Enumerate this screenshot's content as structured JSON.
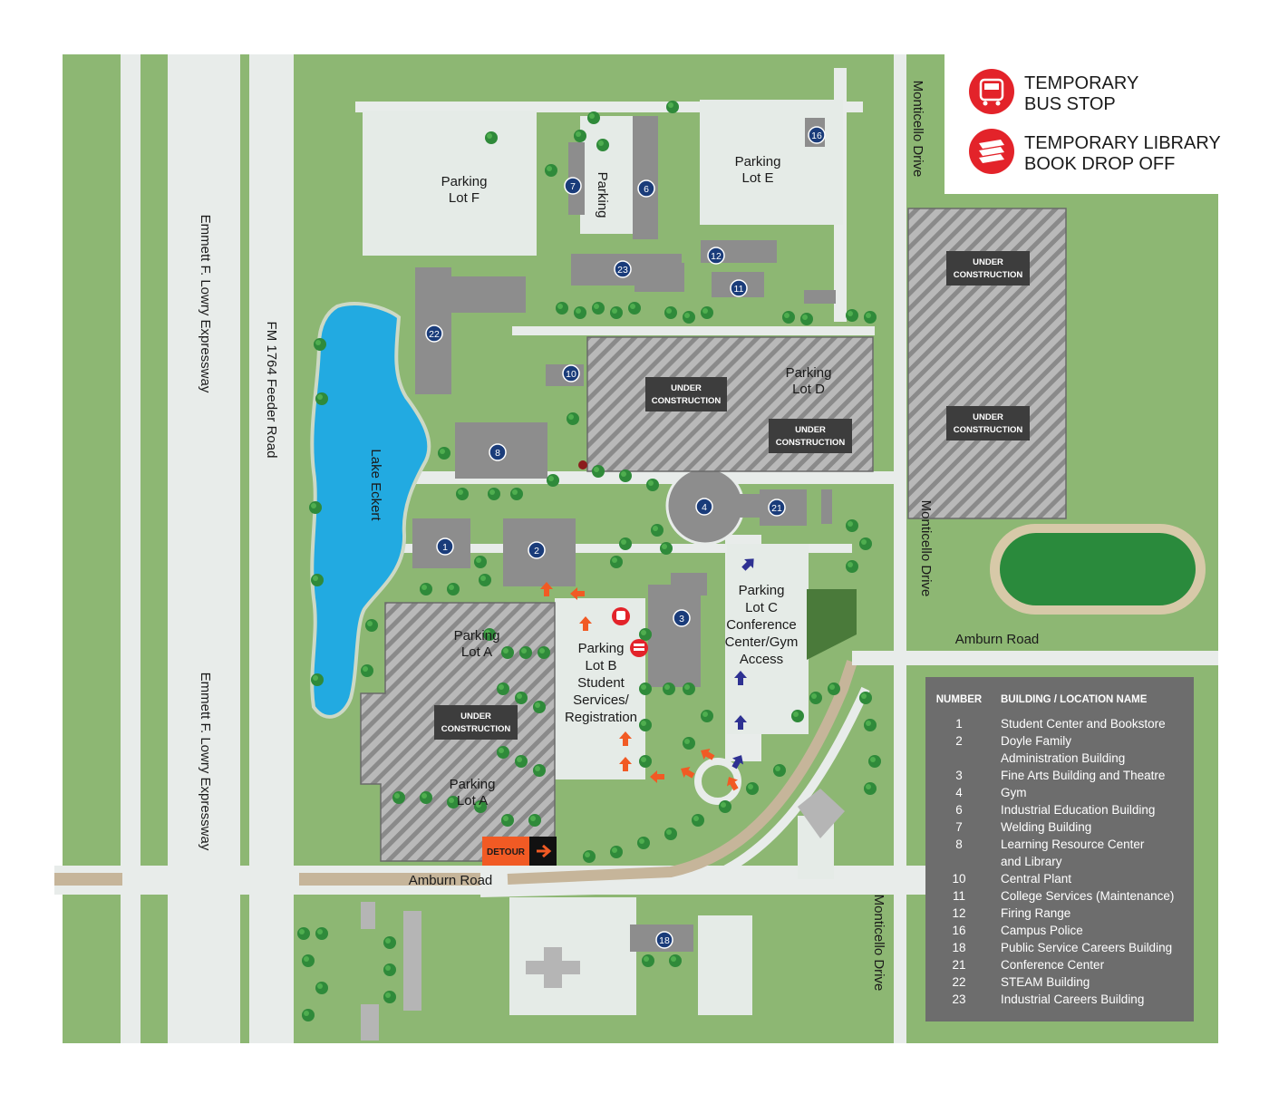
{
  "legend": {
    "bus_stop": "TEMPORARY\nBUS STOP",
    "book_drop": "TEMPORARY LIBRARY\nBOOK DROP OFF",
    "bus_icon": "bus-icon",
    "book_icon": "books-icon",
    "accent_color": "#e3232a"
  },
  "roads": {
    "expressway_top": "Emmett F. Lowry Expressway",
    "expressway_bottom": "Emmett F. Lowry Expressway",
    "feeder": "FM 1764 Feeder Road",
    "monticello_top": "Monticello Drive",
    "monticello_mid": "Monticello Drive",
    "monticello_bottom": "Monticello Drive",
    "amburn_east": "Amburn Road",
    "amburn_west": "Amburn Road"
  },
  "lake": "Lake Eckert",
  "lots": {
    "f": "Parking\nLot F",
    "parking": "Parking",
    "e": "Parking\nLot E",
    "d": "Parking\nLot D",
    "a_top": "Parking\nLot A",
    "a_bottom": "Parking\nLot A",
    "b": "Parking\nLot B\nStudent\nServices/\nRegistration",
    "c": "Parking\nLot C\nConference\nCenter/Gym\nAccess"
  },
  "under_construction": "UNDER\nCONSTRUCTION",
  "detour": "DETOUR",
  "building_markers": [
    "16",
    "7",
    "6",
    "23",
    "12",
    "11",
    "22",
    "10",
    "8",
    "4",
    "21",
    "1",
    "2",
    "3",
    "18"
  ],
  "table": {
    "col_number": "NUMBER",
    "col_name": "BUILDING / LOCATION NAME",
    "rows": [
      {
        "number": "1",
        "name": "Student Center and Bookstore"
      },
      {
        "number": "2",
        "name": "Doyle Family\nAdministration Building"
      },
      {
        "number": "3",
        "name": "Fine Arts Building and Theatre"
      },
      {
        "number": "4",
        "name": "Gym"
      },
      {
        "number": "6",
        "name": "Industrial Education Building"
      },
      {
        "number": "7",
        "name": "Welding Building"
      },
      {
        "number": "8",
        "name": "Learning Resource Center\nand Library"
      },
      {
        "number": "10",
        "name": "Central Plant"
      },
      {
        "number": "11",
        "name": "College Services (Maintenance)"
      },
      {
        "number": "12",
        "name": "Firing Range"
      },
      {
        "number": "16",
        "name": "Campus Police"
      },
      {
        "number": "18",
        "name": "Public Service Careers Building"
      },
      {
        "number": "21",
        "name": "Conference Center"
      },
      {
        "number": "22",
        "name": "STEAM Building"
      },
      {
        "number": "23",
        "name": "Industrial Careers Building"
      }
    ]
  },
  "colors": {
    "grass": "#8db773",
    "road": "#e8ecea",
    "building": "#8d8d8d",
    "lake": "#22aae1",
    "marker": "#1a3c7a",
    "detour_orange": "#f15a24",
    "arrow_orange": "#f15a24",
    "arrow_blue": "#2e3192",
    "legend_panel": "#6d6d6d",
    "track": "#2a8a3c"
  }
}
